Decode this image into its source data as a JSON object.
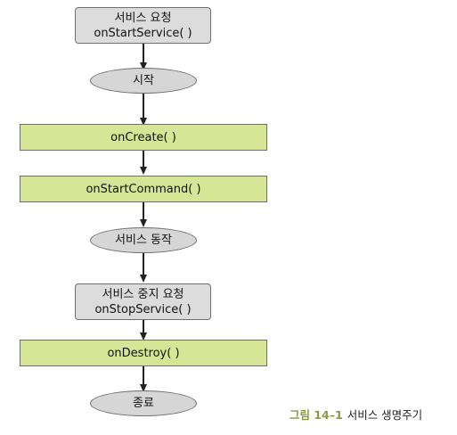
{
  "colors": {
    "gray_box": "#dcdcdc",
    "ellipse": "#d6d6d6",
    "green_box": "#d6e596",
    "stroke": "#6f6f6f",
    "caption_number": "#8a9a3e"
  },
  "nodes": {
    "request_start": {
      "line1": "서비스 요청",
      "line2": "onStartService( )"
    },
    "start": {
      "label": "시작"
    },
    "on_create": {
      "label": "onCreate( )"
    },
    "on_start_command": {
      "label": "onStartCommand( )"
    },
    "running": {
      "label": "서비스 동작"
    },
    "request_stop": {
      "line1": "서비스 중지 요청",
      "line2": "onStopService( )"
    },
    "on_destroy": {
      "label": "onDestroy( )"
    },
    "end": {
      "label": "종료"
    }
  },
  "caption": {
    "number": "그림 14–1",
    "title": "서비스 생명주기"
  }
}
